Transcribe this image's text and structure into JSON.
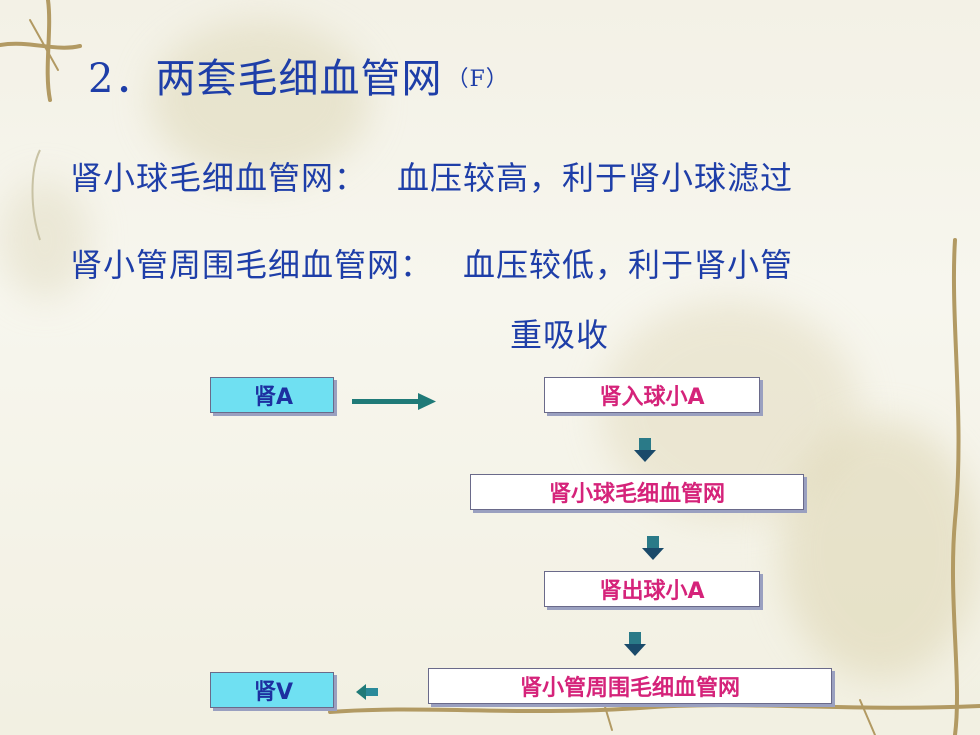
{
  "title": {
    "main": "2．两套毛细血管网",
    "suffix": "（F）"
  },
  "lines": [
    {
      "label": "肾小球毛细血管网：",
      "text": "血压较高，利于肾小球滤过"
    },
    {
      "label": "肾小管周围毛细血管网：",
      "text": "血压较低，利于肾小管"
    },
    {
      "text": "重吸收"
    }
  ],
  "flow": {
    "renal_artery": "肾A",
    "afferent": "肾入球小A",
    "glomerular": "肾小球毛细血管网",
    "efferent": "肾出球小A",
    "peritubular": "肾小管周围毛细血管网",
    "renal_vein": "肾V"
  },
  "colors": {
    "text_blue": "#1e3ea8",
    "box_text_pink": "#d5237a",
    "box_cyan": "#6fe0f2",
    "arrow_teal": "#1f7a78"
  }
}
